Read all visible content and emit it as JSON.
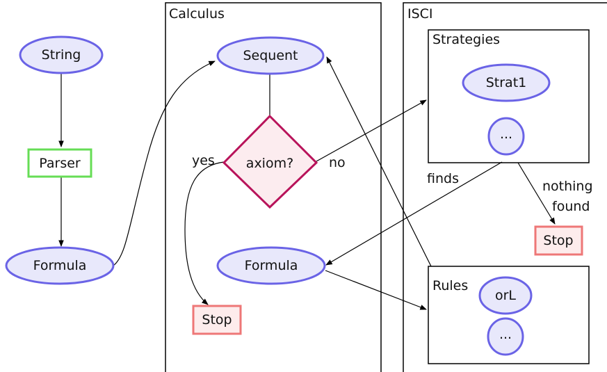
{
  "colors": {
    "ellipse_fill": "#e8e8fb",
    "ellipse_stroke": "#6a63e6",
    "parser_stroke": "#66dd55",
    "stop_stroke": "#ee7777",
    "stop_fill": "#fdecec",
    "diamond_stroke": "#b8135a",
    "diamond_fill": "#fcecef"
  },
  "nodes": {
    "string": "String",
    "parser": "Parser",
    "formula_left": "Formula",
    "sequent": "Sequent",
    "axiom": "axiom?",
    "formula_mid": "Formula",
    "stop_calc": "Stop",
    "strat1": "Strat1",
    "strat_more": "...",
    "stop_isci": "Stop",
    "orl": "orL",
    "rules_more": "..."
  },
  "containers": {
    "calculus": "Calculus",
    "isci": "ISCI",
    "strategies": "Strategies",
    "rules": "Rules"
  },
  "edge_labels": {
    "yes": "yes",
    "no": "no",
    "finds": "finds",
    "nothing": "nothing",
    "found": "found"
  }
}
